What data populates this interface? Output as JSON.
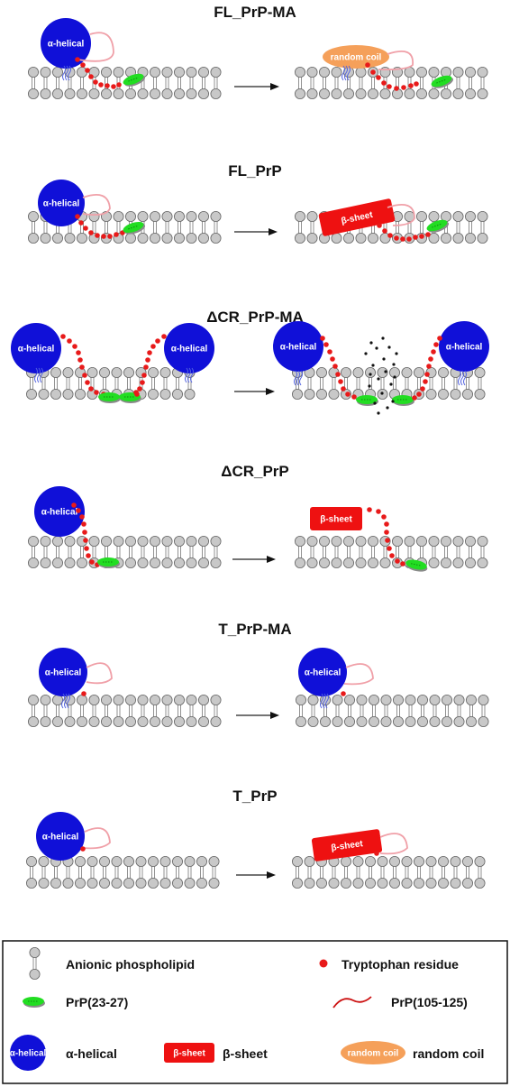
{
  "panels": [
    {
      "title": "FL_PrP-MA"
    },
    {
      "title": "FL_PrP"
    },
    {
      "title": "ΔCR_PrP-MA"
    },
    {
      "title": "ΔCR_PrP"
    },
    {
      "title": "T_PrP-MA"
    },
    {
      "title": "T_PrP"
    }
  ],
  "blob_labels": {
    "alpha": "α-helical",
    "beta": "β-sheet",
    "coil": "random coil"
  },
  "legend": {
    "lipid": "Anionic phospholipid",
    "trp": "Tryptophan residue",
    "prp2327": "PrP(23-27)",
    "prp105": "PrP(105-125)",
    "alpha": "α-helical",
    "beta": "β-sheet",
    "coil": "random coil"
  },
  "colors": {
    "alpha_blue": "#1010d8",
    "beta_red": "#ee1111",
    "coil_orange": "#f5a05a",
    "trp_red": "#e81a1a",
    "prp2327_green": "#22dd22",
    "lipid_grey": "#c8c8c8"
  }
}
